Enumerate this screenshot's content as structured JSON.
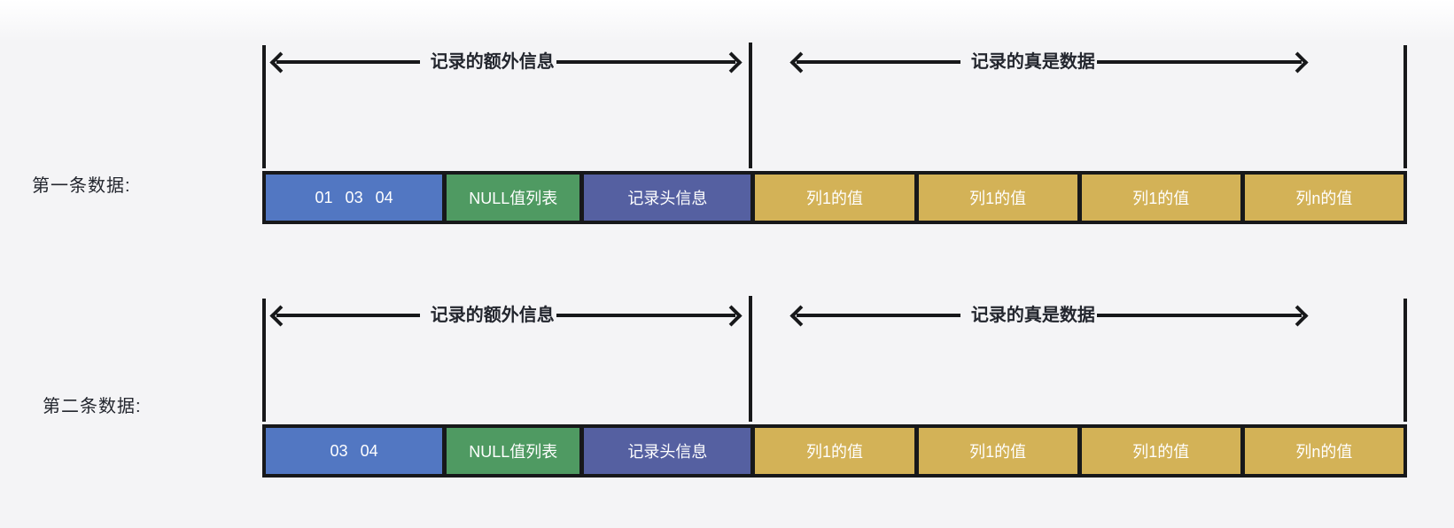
{
  "colors": {
    "blue": "#5277c2",
    "green": "#4f9a62",
    "indigo": "#5560a1",
    "yellow": "#d3b257",
    "line": "#17181a",
    "block_text": "#ffffff",
    "label_text": "#23262e",
    "bg": "#f4f4f6"
  },
  "arrow_labels": {
    "extra_info": "记录的额外信息",
    "real_data": "记录的真是数据"
  },
  "records": [
    {
      "row_label": "第一条数据:",
      "blocks": [
        {
          "label": "01 03 04",
          "color": "blue"
        },
        {
          "label": "NULL值列表",
          "color": "green"
        },
        {
          "label": "记录头信息",
          "color": "indigo"
        },
        {
          "label": "列1的值",
          "color": "yellow"
        },
        {
          "label": "列1的值",
          "color": "yellow"
        },
        {
          "label": "列1的值",
          "color": "yellow"
        },
        {
          "label": "列n的值",
          "color": "yellow"
        }
      ]
    },
    {
      "row_label": "第二条数据:",
      "blocks": [
        {
          "label": "03 04",
          "color": "blue"
        },
        {
          "label": "NULL值列表",
          "color": "green"
        },
        {
          "label": "记录头信息",
          "color": "indigo"
        },
        {
          "label": "列1的值",
          "color": "yellow"
        },
        {
          "label": "列1的值",
          "color": "yellow"
        },
        {
          "label": "列1的值",
          "color": "yellow"
        },
        {
          "label": "列n的值",
          "color": "yellow"
        }
      ]
    }
  ]
}
